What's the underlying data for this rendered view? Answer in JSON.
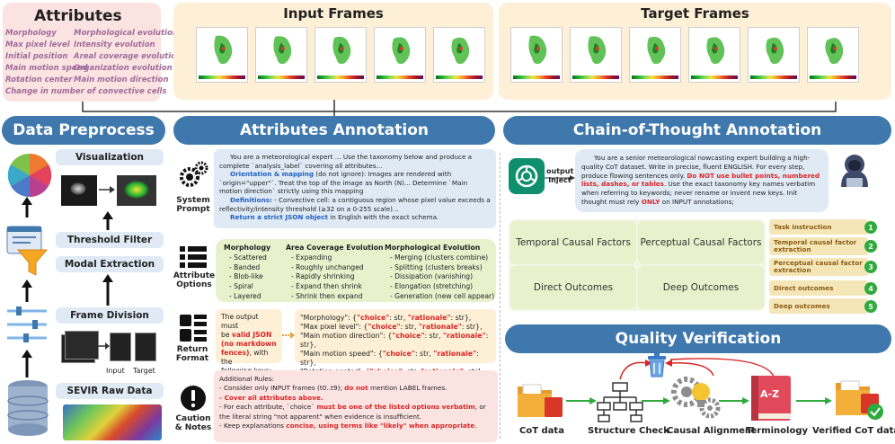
{
  "attributes": {
    "title": "Attributes",
    "items": [
      "Morphology",
      "Morphological evolution",
      "Max pixel level",
      "Intensity evolution",
      "Initial position",
      "Areal coverage evolution",
      "Main motion speed",
      "Organization evolution",
      "Rotation center",
      "Main motion direction",
      "Change in number of convective cells"
    ]
  },
  "frames": {
    "input_title": "Input Frames",
    "target_title": "Target Frames"
  },
  "headers": {
    "data_preprocess": "Data Preprocess",
    "attributes_annotation": "Attributes Annotation",
    "cot_annotation": "Chain-of-Thought Annotation",
    "quality_verification": "Quality Verification"
  },
  "preprocess": {
    "visualization": "Visualization",
    "threshold_filter": "Threshold Filter",
    "modal_extraction": "Modal Extraction",
    "frame_division": "Frame Division",
    "sevir": "SEVIR Raw Data",
    "input_label": "Input",
    "target_label": "Target"
  },
  "annotation": {
    "system_prompt_label": "System Prompt",
    "system_prompt": {
      "l1": "You are a meteorological expert ... Use the taxonomy below and produce a",
      "l2": "complete `analysis_label` covering all attributes...",
      "l3a": "Orientation & mapping",
      "l3b": " (do not ignore): Images are rendered with",
      "l4": "`origin=\"upper\"`. Treat the top of the image as North (N)... Determine `Main",
      "l5": "motion direction` strictly using this mapping",
      "l6a": "Definitions:",
      "l6b": " - Convective cell: a contiguous region whose pixel value exceeds a",
      "l7": "reflectivity/intensity threshold (≥32 on a 0-255 scale)...",
      "l8": "Return a strict JSON object",
      "l8b": " in English with the exact schema."
    },
    "options_label": "Attribute Options",
    "options": [
      {
        "title": "Morphology",
        "items": [
          "- Scattered",
          "- Banded",
          "- Blob-like",
          "- Spiral",
          "- Layered"
        ]
      },
      {
        "title": "Area Coverage Evolution",
        "items": [
          "- Expanding",
          "- Roughly unchanged",
          "- Rapidly shrinking",
          "- Expand then shrink",
          "- Shrink then expand"
        ]
      },
      {
        "title": "Morphological Evolution",
        "items": [
          "- Merging (clusters combine)",
          "- Splitting (clusters breaks)",
          "- Dissipation (vanishing)",
          "- Elongation (stretching)",
          "- Generation (new cell appear)"
        ]
      }
    ],
    "return_label": "Return Format",
    "return_left": {
      "l1": "The output must",
      "l2a": "be ",
      "l2b": "valid JSON",
      "l3": "(no markdown",
      "l4": "fences)",
      "l4b": ", with the",
      "l5": "following keys:"
    },
    "return_keys": [
      {
        "key": "\"Morphology\"",
        "rest": ": {",
        "choice": "\"choice\"",
        "mid": ": str, ",
        "rationale": "\"rationale\"",
        "end": ": str},"
      },
      {
        "key": "\"Max pixel level\"",
        "rest": ": {",
        "choice": "\"choice\"",
        "mid": ": str, ",
        "rationale": "\"rationale\"",
        "end": ": str},"
      },
      {
        "key": "\"Main motion direction\"",
        "rest": ": {",
        "choice": "\"choice\"",
        "mid": ": str, ",
        "rationale": "\"rationale\"",
        "end": ": str},"
      },
      {
        "key": "\"Main motion speed\"",
        "rest": ": {",
        "choice": "\"choice\"",
        "mid": ": str, ",
        "rationale": "\"rationale\"",
        "end": ": str},"
      },
      {
        "key": "\"Rotation center\"",
        "rest": ": {",
        "choice": "\"choice\"",
        "mid": ": str, ",
        "rationale": "\"rationale\"",
        "end": ": str},"
      }
    ],
    "notes_label": "Caution & Notes",
    "notes": {
      "l0": "Additional Rules:",
      "l1a": "- Consider only INPUT frames (t0..t9); ",
      "l1b": "do not",
      "l1c": " mention LABEL frames.",
      "l2": "- Cover all attributes above.",
      "l3a": "- For each attribute, `choice` ",
      "l3b": "must be one of the listed options verbatim",
      "l3c": ", or",
      "l4": "the literal string \"not apparent\" when evidence is insufficient.",
      "l5a": "- Keep explanations ",
      "l5b": "concise, using terms like \"likely\" when appropriate",
      "l5c": "."
    }
  },
  "cot": {
    "output_inject": "output inject",
    "prompt": {
      "l1": "You are a senior meteorological nowcasting expert building a high-",
      "l2": "quality CoT dataset. Write in precise, fluent ENGLISH. For every step,",
      "l3a": "produce flowing sentences only. ",
      "l3b": "Do NOT use bullet points, numbered",
      "l4a": "lists, dashes, or tables",
      "l4b": ". Use the exact taxonomy key names verbatim",
      "l5": "when referring to keywords; never rename or invent new keys. Init",
      "l6a": "thought must rely ",
      "l6b": "ONLY",
      "l6c": " on INPUT annotations;"
    },
    "factors": [
      "Temporal Causal Factors",
      "Perceptual Causal Factors",
      "Direct Outcomes",
      "Deep Outcomes"
    ],
    "steps": [
      {
        "label": "Task instruction",
        "num": "1"
      },
      {
        "label": "Temporal causal factor extraction",
        "num": "2"
      },
      {
        "label": "Perceptual causal factor extraction",
        "num": "3"
      },
      {
        "label": "Direct outcomes",
        "num": "4"
      },
      {
        "label": "Deep outcomes",
        "num": "5"
      }
    ]
  },
  "quality": {
    "cot_data": "CoT data",
    "structure_check": "Structure Check",
    "causal_alignment": "Causal Alignment",
    "terminology": "Terminology",
    "verified": "Verified CoT data",
    "az": "A-Z"
  },
  "colors": {
    "header": "#3f78ad",
    "attr_bg": "#fbe3e2",
    "frames_bg": "#fdf0d6",
    "green": "#2eab3c",
    "red": "#d92626"
  }
}
